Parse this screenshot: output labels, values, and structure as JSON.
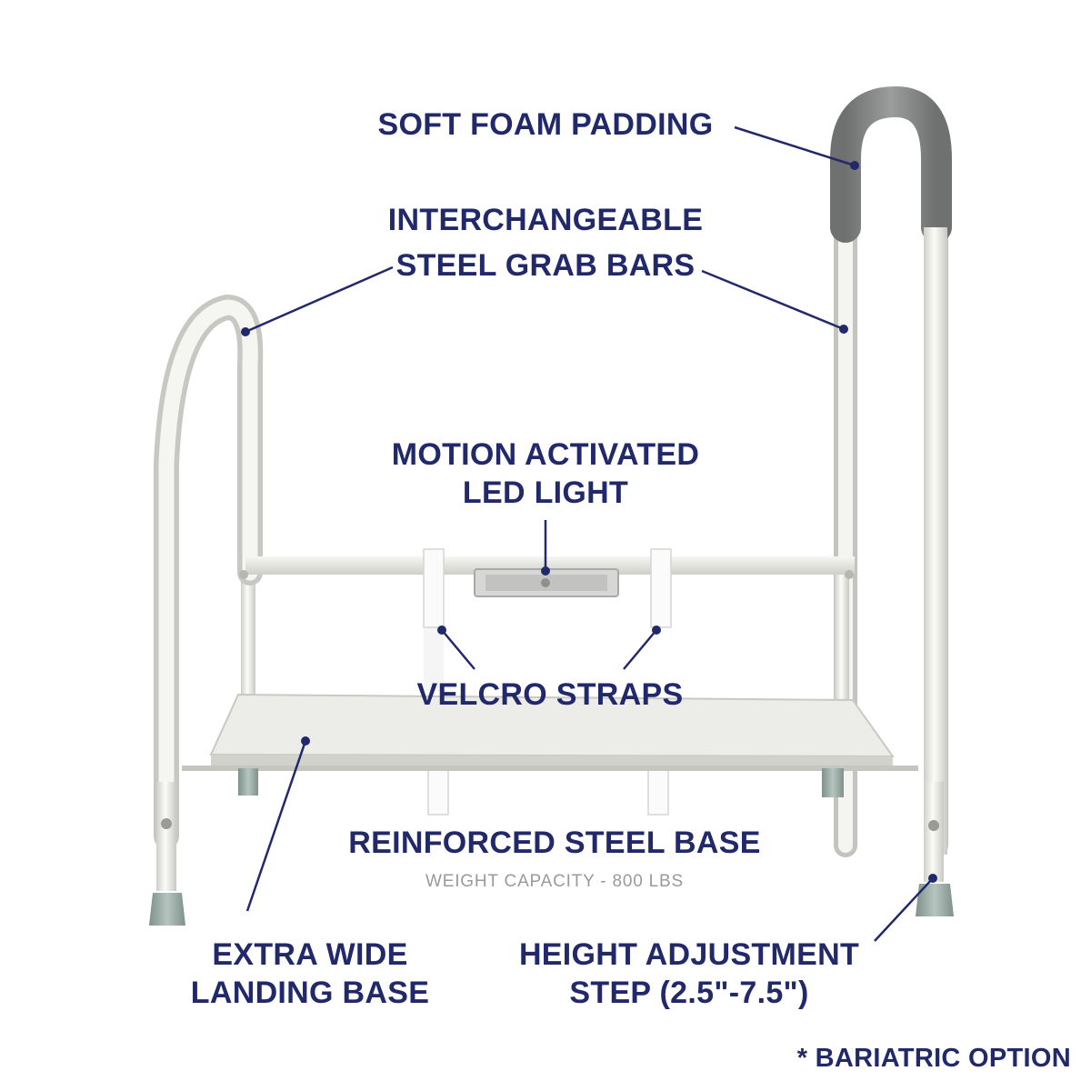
{
  "labels": {
    "soft_foam": "SOFT FOAM PADDING",
    "grab_bars_line1": "INTERCHANGEABLE",
    "grab_bars_line2": "STEEL GRAB BARS",
    "led_line1": "MOTION ACTIVATED",
    "led_line2": "LED LIGHT",
    "velcro": "VELCRO STRAPS",
    "base": "REINFORCED STEEL BASE",
    "capacity": "WEIGHT CAPACITY - 800 LBS",
    "landing_line1": "EXTRA WIDE",
    "landing_line2": "LANDING BASE",
    "height_line1": "HEIGHT ADJUSTMENT",
    "height_line2": "STEP (2.5\"-7.5\")",
    "bariatric": "* BARIATRIC OPTION"
  },
  "colors": {
    "label_text": "#22296a",
    "callout_line": "#22296a",
    "subtext": "#9a9a9a",
    "frame": "#eaeae6",
    "foam": "#8a8c8b",
    "feet": "#9fb1ac"
  }
}
